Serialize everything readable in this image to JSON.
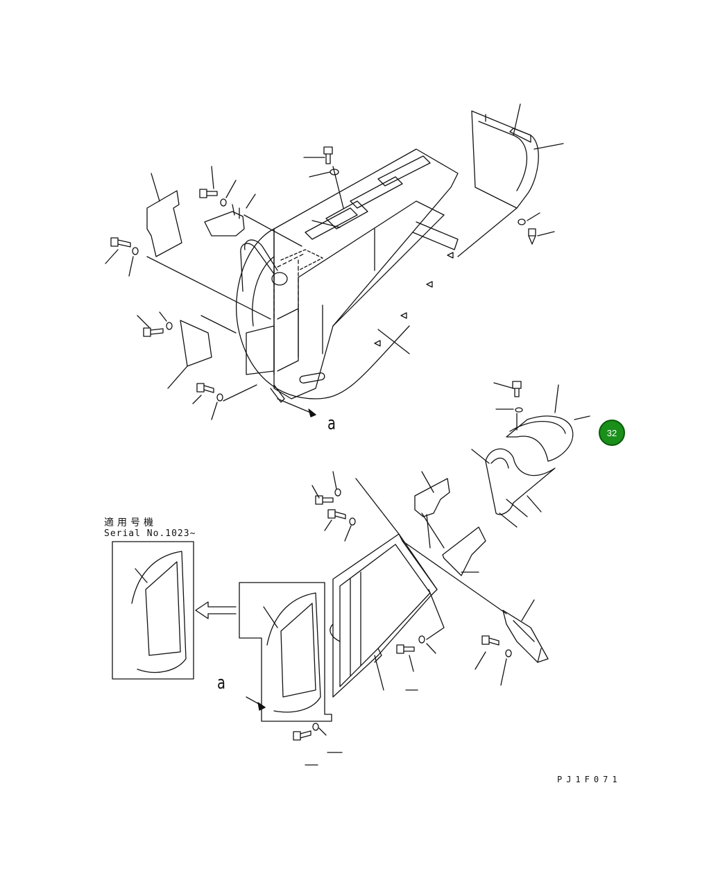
{
  "labels": {
    "callout_a_top": "a",
    "callout_a_bottom": "a",
    "serial_title_jp": "適用号機",
    "serial_range": "Serial No.1023~",
    "drawing_code": "PJ1F071"
  },
  "badge": {
    "page_number": "32",
    "color": "#1a8f1a"
  },
  "colors": {
    "line": "#111111",
    "background": "#ffffff"
  }
}
